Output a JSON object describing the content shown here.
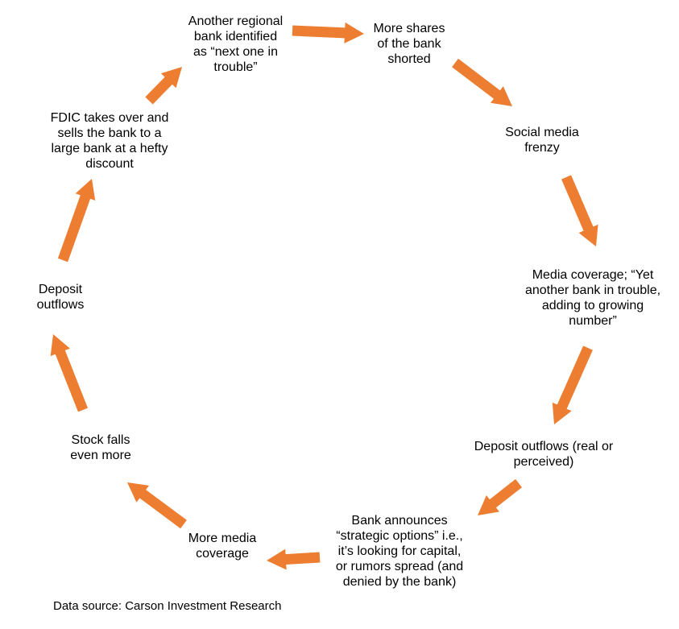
{
  "colors": {
    "arrow": "#ED7D31",
    "text": "#000000",
    "background": "#FFFFFF"
  },
  "nodes": [
    {
      "id": "regional-bank",
      "lines": [
        "Another regional",
        "bank identified",
        "as “next one in",
        "trouble”"
      ]
    },
    {
      "id": "shares-shorted",
      "lines": [
        "More shares",
        "of the bank",
        "shorted"
      ]
    },
    {
      "id": "social-media",
      "lines": [
        "Social media",
        "frenzy"
      ]
    },
    {
      "id": "media-coverage",
      "lines": [
        "Media coverage; “Yet",
        "another bank in trouble,",
        "adding to growing",
        "number”"
      ]
    },
    {
      "id": "deposit-outflows-real",
      "lines": [
        "Deposit outflows (real or",
        "perceived)"
      ]
    },
    {
      "id": "bank-announces",
      "lines": [
        "Bank announces",
        "“strategic options” i.e.,",
        "it’s looking for capital,",
        "or rumors spread (and",
        "denied by the bank)"
      ]
    },
    {
      "id": "more-media",
      "lines": [
        "More media",
        "coverage"
      ]
    },
    {
      "id": "stock-falls",
      "lines": [
        "Stock falls",
        "even more"
      ]
    },
    {
      "id": "deposit-outflows",
      "lines": [
        "Deposit",
        "outflows"
      ]
    },
    {
      "id": "fdic",
      "lines": [
        "FDIC takes over and",
        "sells the bank to a",
        "large bank at a hefty",
        "discount"
      ]
    }
  ],
  "edges": [
    {
      "from": "regional-bank",
      "to": "shares-shorted"
    },
    {
      "from": "shares-shorted",
      "to": "social-media"
    },
    {
      "from": "social-media",
      "to": "media-coverage"
    },
    {
      "from": "media-coverage",
      "to": "deposit-outflows-real"
    },
    {
      "from": "deposit-outflows-real",
      "to": "bank-announces"
    },
    {
      "from": "bank-announces",
      "to": "more-media"
    },
    {
      "from": "more-media",
      "to": "stock-falls"
    },
    {
      "from": "stock-falls",
      "to": "deposit-outflows"
    },
    {
      "from": "deposit-outflows",
      "to": "fdic"
    },
    {
      "from": "fdic",
      "to": "regional-bank"
    }
  ],
  "source": "Data source: Carson Investment Research"
}
